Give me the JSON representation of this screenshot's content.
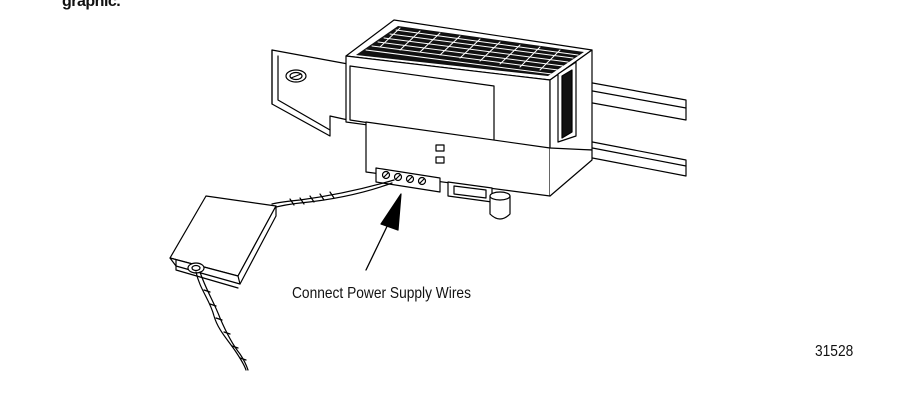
{
  "top_text": "graphic.",
  "callout": "Connect Power Supply Wires",
  "figure_number": "31528"
}
